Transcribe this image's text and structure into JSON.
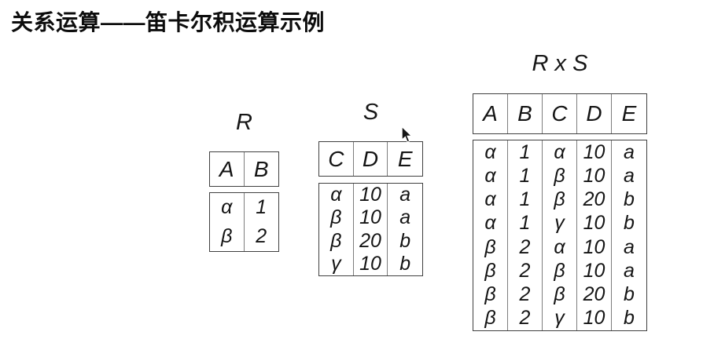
{
  "title": "关系运算——笛卡尔积运算示例",
  "tables": [
    {
      "name": "R",
      "title": "R",
      "columns": [
        "A",
        "B"
      ],
      "rows": [
        [
          "α",
          "1"
        ],
        [
          "β",
          "2"
        ]
      ]
    },
    {
      "name": "S",
      "title": "S",
      "columns": [
        "C",
        "D",
        "E"
      ],
      "rows": [
        [
          "α",
          "10",
          "a"
        ],
        [
          "β",
          "10",
          "a"
        ],
        [
          "β",
          "20",
          "b"
        ],
        [
          "γ",
          "10",
          "b"
        ]
      ]
    },
    {
      "name": "R x S",
      "title": "R x S",
      "columns": [
        "A",
        "B",
        "C",
        "D",
        "E"
      ],
      "rows": [
        [
          "α",
          "1",
          "α",
          "10",
          "a"
        ],
        [
          "α",
          "1",
          "β",
          "10",
          "a"
        ],
        [
          "α",
          "1",
          "β",
          "20",
          "b"
        ],
        [
          "α",
          "1",
          "γ",
          "10",
          "b"
        ],
        [
          "β",
          "2",
          "α",
          "10",
          "a"
        ],
        [
          "β",
          "2",
          "β",
          "10",
          "a"
        ],
        [
          "β",
          "2",
          "β",
          "20",
          "b"
        ],
        [
          "β",
          "2",
          "γ",
          "10",
          "b"
        ]
      ]
    }
  ],
  "cursor": {
    "icon": "arrow-pointer"
  },
  "colors": {
    "background": "#ffffff",
    "text": "#141414",
    "table_border": "#3f3f3f",
    "column_divider": "#7d7d7d"
  }
}
